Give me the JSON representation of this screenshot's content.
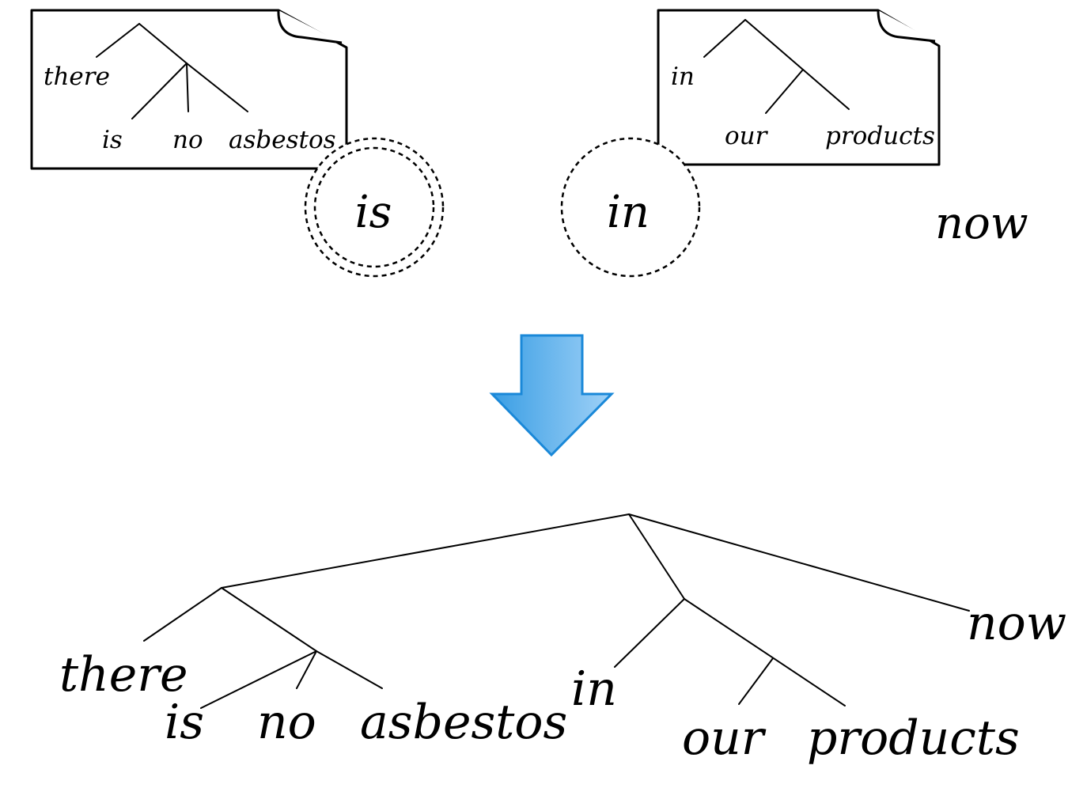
{
  "top_left_tree": {
    "words": [
      "there",
      "is",
      "no",
      "asbestos"
    ],
    "label": "is"
  },
  "top_right_tree": {
    "words": [
      "in",
      "our",
      "products"
    ],
    "label": "in"
  },
  "floating_word": "now",
  "arrow": {
    "color_start": "#3a9ee4",
    "color_end": "#9fd1f7",
    "stroke": "#1a88d8"
  },
  "result_tree": {
    "words": [
      "there",
      "is",
      "no",
      "asbestos",
      "in",
      "our",
      "products",
      "now"
    ]
  }
}
